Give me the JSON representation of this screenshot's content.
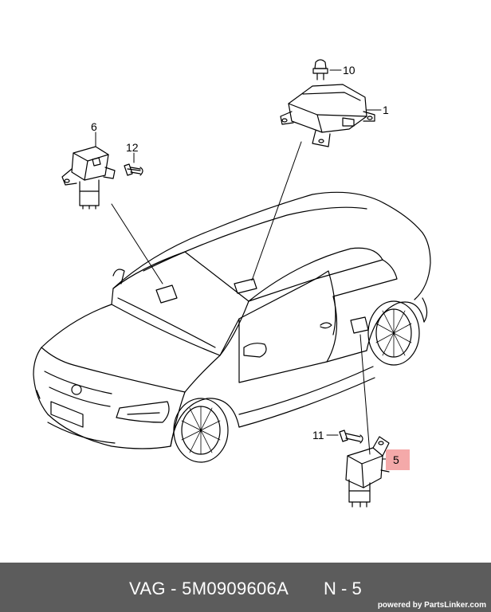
{
  "callouts": {
    "c1": "1",
    "c5": "5",
    "c6": "6",
    "c10": "10",
    "c11": "11",
    "c12": "12"
  },
  "highlight_color": "#f4a9a9",
  "footer": {
    "part_number": "VAG - 5M0909606A",
    "reference": "N - 5",
    "powered_by": "powered by PartsLinker.com"
  }
}
